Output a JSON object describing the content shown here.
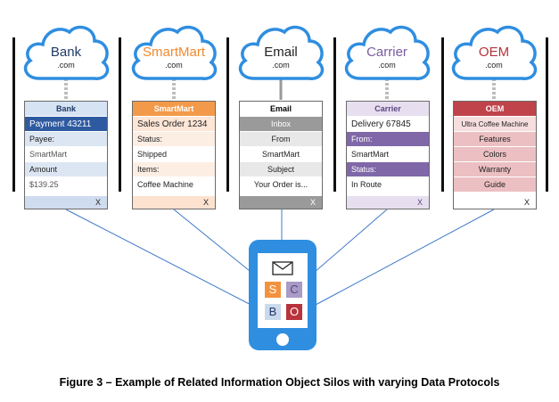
{
  "caption": "Figure 3 – Example of Related Information Object Silos with varying Data Protocols",
  "silos": [
    {
      "id": "bank",
      "cloud": {
        "name": "Bank",
        "domain": ".com",
        "name_color": "#1f3a66"
      },
      "card": {
        "title": "Bank",
        "title_bg": "#d6e3f3",
        "title_color": "#1f3a66",
        "rows": [
          {
            "text": "Payment 43211",
            "bg": "#2e5aa1",
            "color": "#ffffff",
            "size": "large"
          },
          {
            "text": "Payee:",
            "bg": "#dce6f3",
            "color": "#222222"
          },
          {
            "text": "SmartMart",
            "bg": "#ffffff",
            "color": "#555555"
          },
          {
            "text": "Amount",
            "bg": "#dce6f3",
            "color": "#222222"
          },
          {
            "text": "$139.25",
            "bg": "#ffffff",
            "color": "#555555"
          }
        ],
        "close_label": "X",
        "foot_bg": "#cfdcef"
      }
    },
    {
      "id": "smartmart",
      "cloud": {
        "name": "SmartMart",
        "domain": ".com",
        "name_color": "#f08a30"
      },
      "card": {
        "title": "SmartMart",
        "title_bg": "#f39a4a",
        "title_color": "#ffffff",
        "rows": [
          {
            "text": "Sales Order 1234",
            "bg": "#fde6d6",
            "color": "#222222",
            "size": "large"
          },
          {
            "text": "Status:",
            "bg": "#fdeee4",
            "color": "#222222"
          },
          {
            "text": "Shipped",
            "bg": "#ffffff",
            "color": "#222222"
          },
          {
            "text": "Items:",
            "bg": "#fdeee4",
            "color": "#222222"
          },
          {
            "text": "Coffee Machine",
            "bg": "#ffffff",
            "color": "#222222"
          }
        ],
        "close_label": "X",
        "foot_bg": "#fde2d0"
      }
    },
    {
      "id": "email",
      "cloud": {
        "name": "Email",
        "domain": ".com",
        "name_color": "#222222"
      },
      "card": {
        "title": "Email",
        "title_bg": "#ffffff",
        "title_color": "#000000",
        "rows": [
          {
            "text": "Inbox",
            "bg": "#9a9a9a",
            "color": "#ffffff",
            "center": true
          },
          {
            "text": "From",
            "bg": "#e8e8e8",
            "color": "#222222",
            "center": true
          },
          {
            "text": "SmartMart",
            "bg": "#ffffff",
            "color": "#222222",
            "center": true
          },
          {
            "text": "Subject",
            "bg": "#e8e8e8",
            "color": "#222222",
            "center": true
          },
          {
            "text": "Your Order is...",
            "bg": "#ffffff",
            "color": "#222222",
            "center": true
          }
        ],
        "close_label": "X",
        "foot_bg": "#9a9a9a",
        "foot_color": "#ffffff"
      }
    },
    {
      "id": "carrier",
      "cloud": {
        "name": "Carrier",
        "domain": ".com",
        "name_color": "#7a5ca0"
      },
      "card": {
        "title": "Carrier",
        "title_bg": "#e7dff0",
        "title_color": "#5a4580",
        "rows": [
          {
            "text": "Delivery 67845",
            "bg": "#ffffff",
            "color": "#222222",
            "size": "large"
          },
          {
            "text": "From:",
            "bg": "#8067a8",
            "color": "#ffffff"
          },
          {
            "text": "SmartMart",
            "bg": "#ffffff",
            "color": "#222222"
          },
          {
            "text": "Status:",
            "bg": "#8067a8",
            "color": "#ffffff"
          },
          {
            "text": "In Route",
            "bg": "#ffffff",
            "color": "#222222"
          }
        ],
        "close_label": "X",
        "foot_bg": "#e7dff0",
        "foot_color": "#5a4580"
      }
    },
    {
      "id": "oem",
      "cloud": {
        "name": "OEM",
        "domain": ".com",
        "name_color": "#b6333a"
      },
      "card": {
        "title": "OEM",
        "title_bg": "#c0434b",
        "title_color": "#ffffff",
        "rows": [
          {
            "text": "Ultra Coffee Machine",
            "bg": "#f6dede",
            "color": "#222222",
            "center": true,
            "size": "small"
          },
          {
            "text": "Features",
            "bg": "#ecc0c2",
            "color": "#222222",
            "center": true
          },
          {
            "text": "Colors",
            "bg": "#ecc0c2",
            "color": "#222222",
            "center": true
          },
          {
            "text": "Warranty",
            "bg": "#ecc0c2",
            "color": "#222222",
            "center": true
          },
          {
            "text": "Guide",
            "bg": "#ecc0c2",
            "color": "#222222",
            "center": true
          }
        ],
        "close_label": "X",
        "foot_bg": "#ffffff"
      }
    }
  ],
  "phone": {
    "color": "#2f8ee0",
    "icons": [
      {
        "letter": "S",
        "color": "#f3923e",
        "silo": "smartmart"
      },
      {
        "letter": "C",
        "color": "#a99ac6",
        "text_color": "#5a4580",
        "silo": "carrier"
      },
      {
        "letter": "B",
        "color": "#cbd9ee",
        "text_color": "#1f3a66",
        "silo": "bank"
      },
      {
        "letter": "O",
        "color": "#b8333b",
        "silo": "oem"
      }
    ],
    "envelope_icon": "envelope-icon"
  }
}
